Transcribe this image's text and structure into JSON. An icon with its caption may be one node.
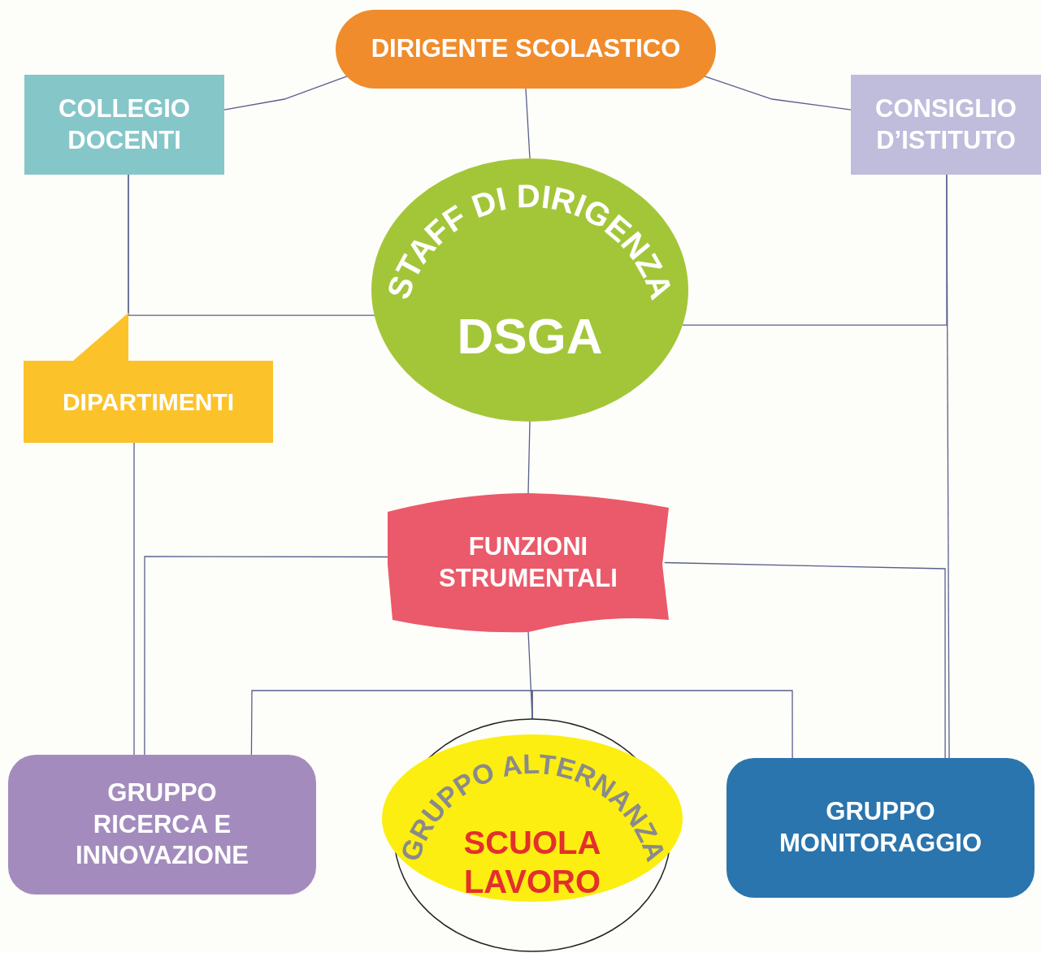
{
  "diagram": {
    "nodes": [
      {
        "text": [
          "DIRIGENTE SCOLASTICO"
        ]
      },
      {
        "text": [
          "COLLEGIO DOCENTI"
        ]
      },
      {
        "text": [
          "CONSIGLIO D’ISTITUTO"
        ]
      },
      {
        "text": [
          "STAFF DI DIRIGENZA",
          "DSGA"
        ]
      },
      {
        "text": [
          "DIPARTIMENTI"
        ]
      },
      {
        "text": [
          "FUNZIONI STRUMENTALI"
        ]
      },
      {
        "text": [
          "GRUPPO RICERCA E INNOVAZIONE"
        ]
      },
      {
        "text": [
          "GRUPPO ALTERNANZA",
          "SCUOLA LAVORO"
        ]
      },
      {
        "text": [
          "GRUPPO MONITORAGGIO"
        ]
      }
    ],
    "edges": [
      {
        "from": 1,
        "to": 0,
        "arrow": "none"
      },
      {
        "from": 2,
        "to": 0,
        "arrow": "none"
      },
      {
        "from": 0,
        "to": 3,
        "arrow": "none"
      },
      {
        "from": 3,
        "to": 1,
        "arrow": "none"
      },
      {
        "from": 3,
        "to": 2,
        "arrow": "none"
      },
      {
        "from": 3,
        "to": 5,
        "arrow": "none"
      },
      {
        "from": 5,
        "to": 6,
        "arrow": "none"
      },
      {
        "from": 5,
        "to": 8,
        "arrow": "none"
      },
      {
        "from": 5,
        "to": 7,
        "arrow": "none"
      },
      {
        "from": 1,
        "to": 4,
        "arrow": "none"
      },
      {
        "from": 2,
        "to": 8,
        "arrow": "none"
      },
      {
        "from": 7,
        "to": 6,
        "arrow": "none"
      },
      {
        "from": 7,
        "to": 8,
        "arrow": "none"
      },
      {
        "from": 4,
        "to": 6,
        "arrow": "none"
      }
    ]
  }
}
